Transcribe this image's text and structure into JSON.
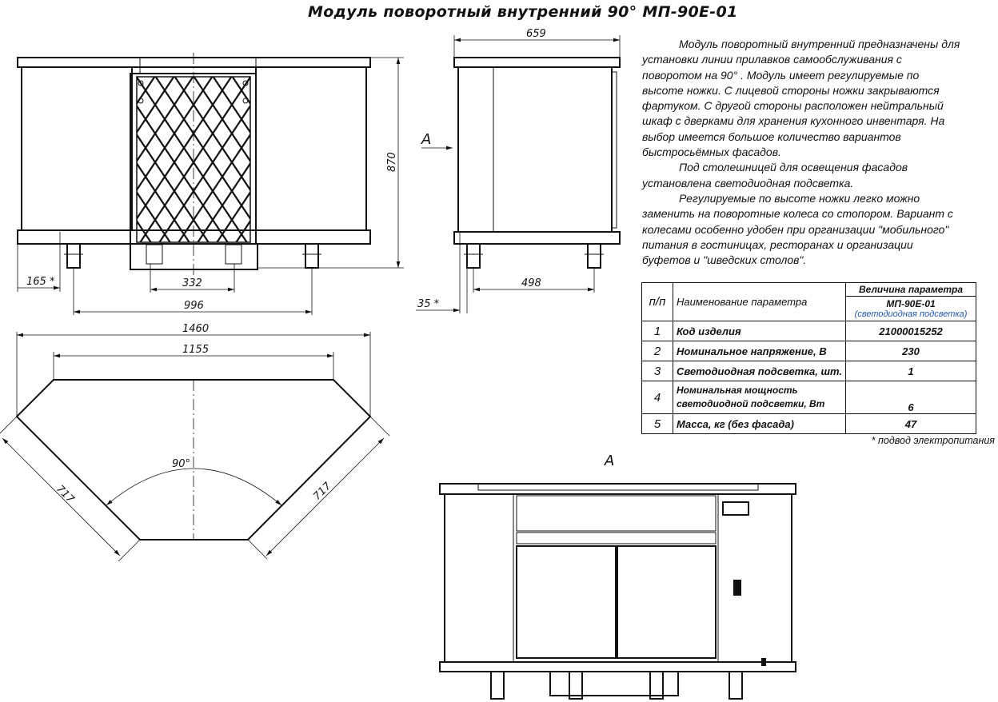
{
  "title": "Модуль поворотный внутренний 90° МП-90Е-01",
  "description": [
    "Модуль поворотный внутренний предназначены для",
    "установки линии прилавков самообслуживания с",
    "поворотом на 90° . Модуль имеет регулируемые по",
    "высоте ножки. С лицевой стороны ножки закрываются",
    "фартуком. С другой стороны расположен нейтральный",
    "шкаф с дверками для хранения кухонного инвентаря. На",
    "выбор имеется большое количество вариантов",
    "быстросьёмных фасадов.",
    "Под столешницей для освещения фасадов",
    "установлена светодиодная подсветка.",
    "Регулируемые по высоте ножки легко можно",
    "заменить на поворотные колеса со стопором. Вариант с",
    "колесами особенно удобен при организации \"мобильного\"",
    "питания в гостиницах, ресторанах и организации",
    "буфетов и \"шведских столов\"."
  ],
  "dimensions": {
    "front_height": "870",
    "front_left_offset": "165 *",
    "front_center": "332",
    "front_width": "996",
    "side_depth": "659",
    "side_offset": "35 *",
    "side_feet": "498",
    "plan_outer": "1460",
    "plan_inner": "1155",
    "plan_side_left": "717",
    "plan_side_right": "717",
    "plan_angle": "90°",
    "view_arrow_label": "A",
    "view_a_title": "A"
  },
  "spec_table": {
    "header": {
      "num": "п/п",
      "name": "Наименование параметра",
      "value_title": "Величина параметра",
      "model": "МП-90Е-01",
      "model_note": "(светодиодная подсветка)"
    },
    "rows": [
      {
        "num": "1",
        "name": "Код изделия",
        "value": "21000015252"
      },
      {
        "num": "2",
        "name": "Номинальное напряжение, В",
        "value": "230"
      },
      {
        "num": "3",
        "name": "Светодиодная подсветка, шт.",
        "value": "1"
      },
      {
        "num": "4",
        "name": "Номинальная мощность светодиодной подсветки, Вт",
        "value": "6"
      },
      {
        "num": "5",
        "name": "Масса, кг (без фасада)",
        "value": "47"
      }
    ],
    "footnote": "* подвод электропитания"
  }
}
